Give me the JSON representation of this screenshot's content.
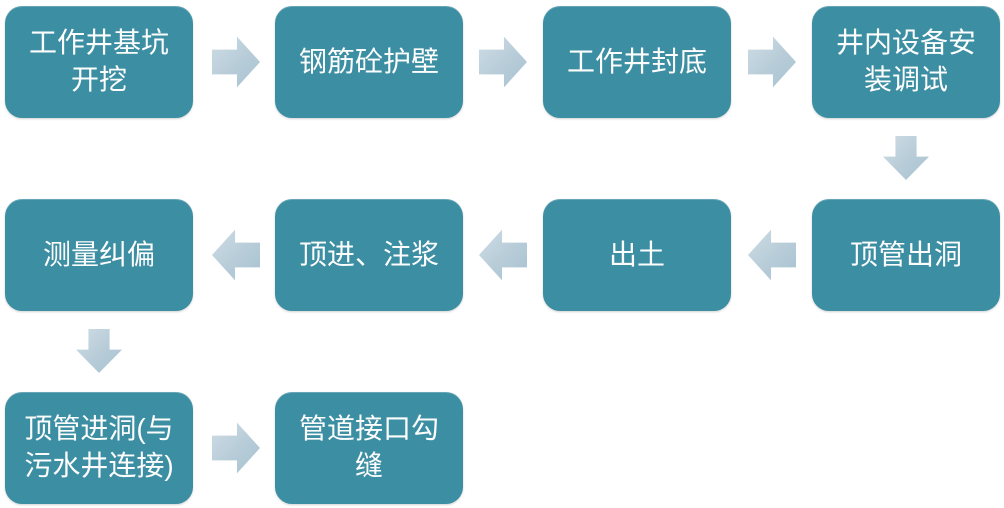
{
  "diagram": {
    "type": "flowchart",
    "background_color": "#FFFFFF",
    "node_fill_color": "#3C8EA3",
    "node_text_color": "#FDFDFD",
    "arrow_fill_color": "#B7CCD8",
    "nodes": [
      {
        "step": 1,
        "label": "工作井基坑开挖"
      },
      {
        "step": 2,
        "label": "钢筋砼护壁"
      },
      {
        "step": 3,
        "label": "工作井封底"
      },
      {
        "step": 4,
        "label": "井内设备安装调试"
      },
      {
        "step": 5,
        "label": "顶管出洞"
      },
      {
        "step": 6,
        "label": "出土"
      },
      {
        "step": 7,
        "label": "顶进、注浆"
      },
      {
        "step": 8,
        "label": "测量纠偏"
      },
      {
        "step": 9,
        "label": "顶管进洞(与污水井连接)"
      },
      {
        "step": 10,
        "label": "管道接口勾缝"
      }
    ],
    "arrows": [
      {
        "from": 1,
        "to": 2,
        "direction": "right"
      },
      {
        "from": 2,
        "to": 3,
        "direction": "right"
      },
      {
        "from": 3,
        "to": 4,
        "direction": "right"
      },
      {
        "from": 4,
        "to": 5,
        "direction": "down"
      },
      {
        "from": 5,
        "to": 6,
        "direction": "left"
      },
      {
        "from": 6,
        "to": 7,
        "direction": "left"
      },
      {
        "from": 7,
        "to": 8,
        "direction": "left"
      },
      {
        "from": 8,
        "to": 9,
        "direction": "down"
      },
      {
        "from": 9,
        "to": 10,
        "direction": "right"
      }
    ]
  }
}
